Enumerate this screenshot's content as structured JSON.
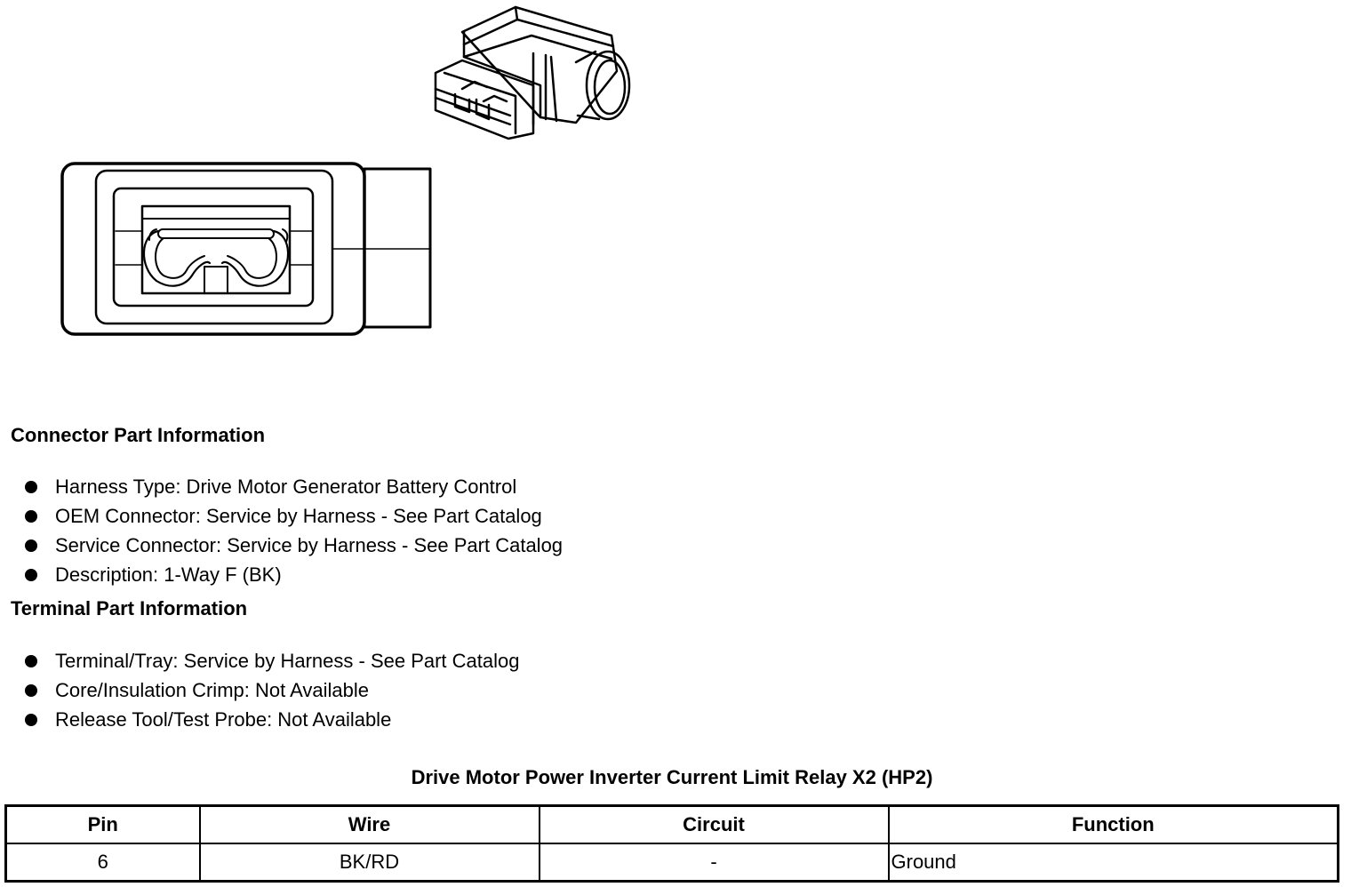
{
  "connector_info": {
    "heading": "Connector Part Information",
    "items": [
      "Harness Type: Drive Motor Generator Battery Control",
      "OEM Connector: Service by Harness - See Part Catalog",
      "Service Connector: Service by Harness - See Part Catalog",
      "Description: 1-Way F (BK)"
    ]
  },
  "terminal_info": {
    "heading": "Terminal Part Information",
    "items": [
      "Terminal/Tray: Service by Harness - See Part Catalog",
      "Core/Insulation Crimp: Not Available",
      "Release Tool/Test Probe: Not Available"
    ]
  },
  "pin_table": {
    "title": "Drive Motor Power Inverter Current Limit Relay X2 (HP2)",
    "headers": {
      "pin": "Pin",
      "wire": "Wire",
      "circuit": "Circuit",
      "function": "Function"
    },
    "rows": [
      {
        "pin": "6",
        "wire": "BK/RD",
        "circuit": "-",
        "function": "Ground"
      }
    ]
  }
}
